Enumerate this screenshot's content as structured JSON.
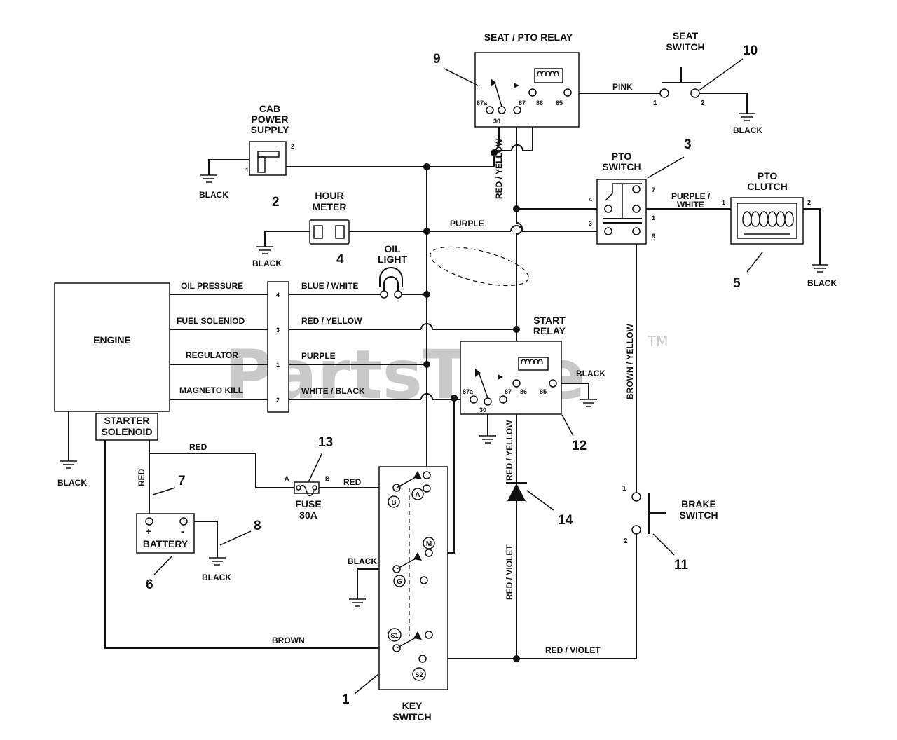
{
  "watermark": {
    "brand": "PartsTree",
    "tm": "TM"
  },
  "components": {
    "seat_pto_relay": {
      "title": "SEAT / PTO RELAY",
      "pins": [
        "87a",
        "30",
        "87",
        "86",
        "85"
      ],
      "callout": "9"
    },
    "seat_switch": {
      "title_line1": "SEAT",
      "title_line2": "SWITCH",
      "pin1": "1",
      "pin2": "2",
      "callout": "10"
    },
    "cab_power_supply": {
      "line1": "CAB",
      "line2": "POWER",
      "line3": "SUPPLY",
      "pin1": "1",
      "pin2": "2"
    },
    "hour_meter": {
      "line1": "HOUR",
      "line2": "METER",
      "callout": "2",
      "callout_b": "4"
    },
    "oil_light": {
      "line1": "OIL",
      "line2": "LIGHT"
    },
    "pto_switch": {
      "line1": "PTO",
      "line2": "SWITCH",
      "pins": [
        "4",
        "3",
        "7",
        "1",
        "9"
      ],
      "callout": "3"
    },
    "pto_clutch": {
      "line1": "PTO",
      "line2": "CLUTCH",
      "pin1": "1",
      "pin2": "2",
      "callout": "5"
    },
    "engine": {
      "label": "ENGINE",
      "signals": [
        "OIL PRESSURE",
        "FUEL SOLENIOD",
        "REGULATOR",
        "MAGNETO KILL"
      ]
    },
    "connector": {
      "pins": [
        "4",
        "3",
        "1",
        "2"
      ]
    },
    "start_relay": {
      "line1": "START",
      "line2": "RELAY",
      "pins": [
        "87a",
        "30",
        "87",
        "86",
        "85"
      ],
      "callout": "12"
    },
    "starter_solenoid": {
      "line1": "STARTER",
      "line2": "SOLENOID"
    },
    "battery": {
      "label": "BATTERY",
      "plus": "+",
      "minus": "-",
      "callout_pos": "7",
      "callout_neg": "8",
      "callout": "6"
    },
    "fuse": {
      "line1": "FUSE",
      "line2": "30A",
      "pinA": "A",
      "pinB": "B",
      "callout": "13"
    },
    "key_switch": {
      "line1": "KEY",
      "line2": "SWITCH",
      "terminals": [
        "A",
        "B",
        "M",
        "G",
        "S1",
        "S2"
      ],
      "callout": "1"
    },
    "diode": {
      "callout": "14"
    },
    "brake_switch": {
      "line1": "BRAKE",
      "line2": "SWITCH",
      "pin1": "1",
      "pin2": "2",
      "callout": "11"
    }
  },
  "wires": {
    "pink": "PINK",
    "black": "BLACK",
    "purple": "PURPLE",
    "red_yellow": "RED / YELLOW",
    "red_yellow_v": "RED / YELLOW",
    "purple_white_1": "PURPLE /",
    "purple_white_2": "WHITE",
    "blue_white": "BLUE / WHITE",
    "white_black": "WHITE / BLACK",
    "brown_yellow": "BROWN / YELLOW",
    "red": "RED",
    "brown": "BROWN",
    "red_violet": "RED / VIOLET"
  }
}
